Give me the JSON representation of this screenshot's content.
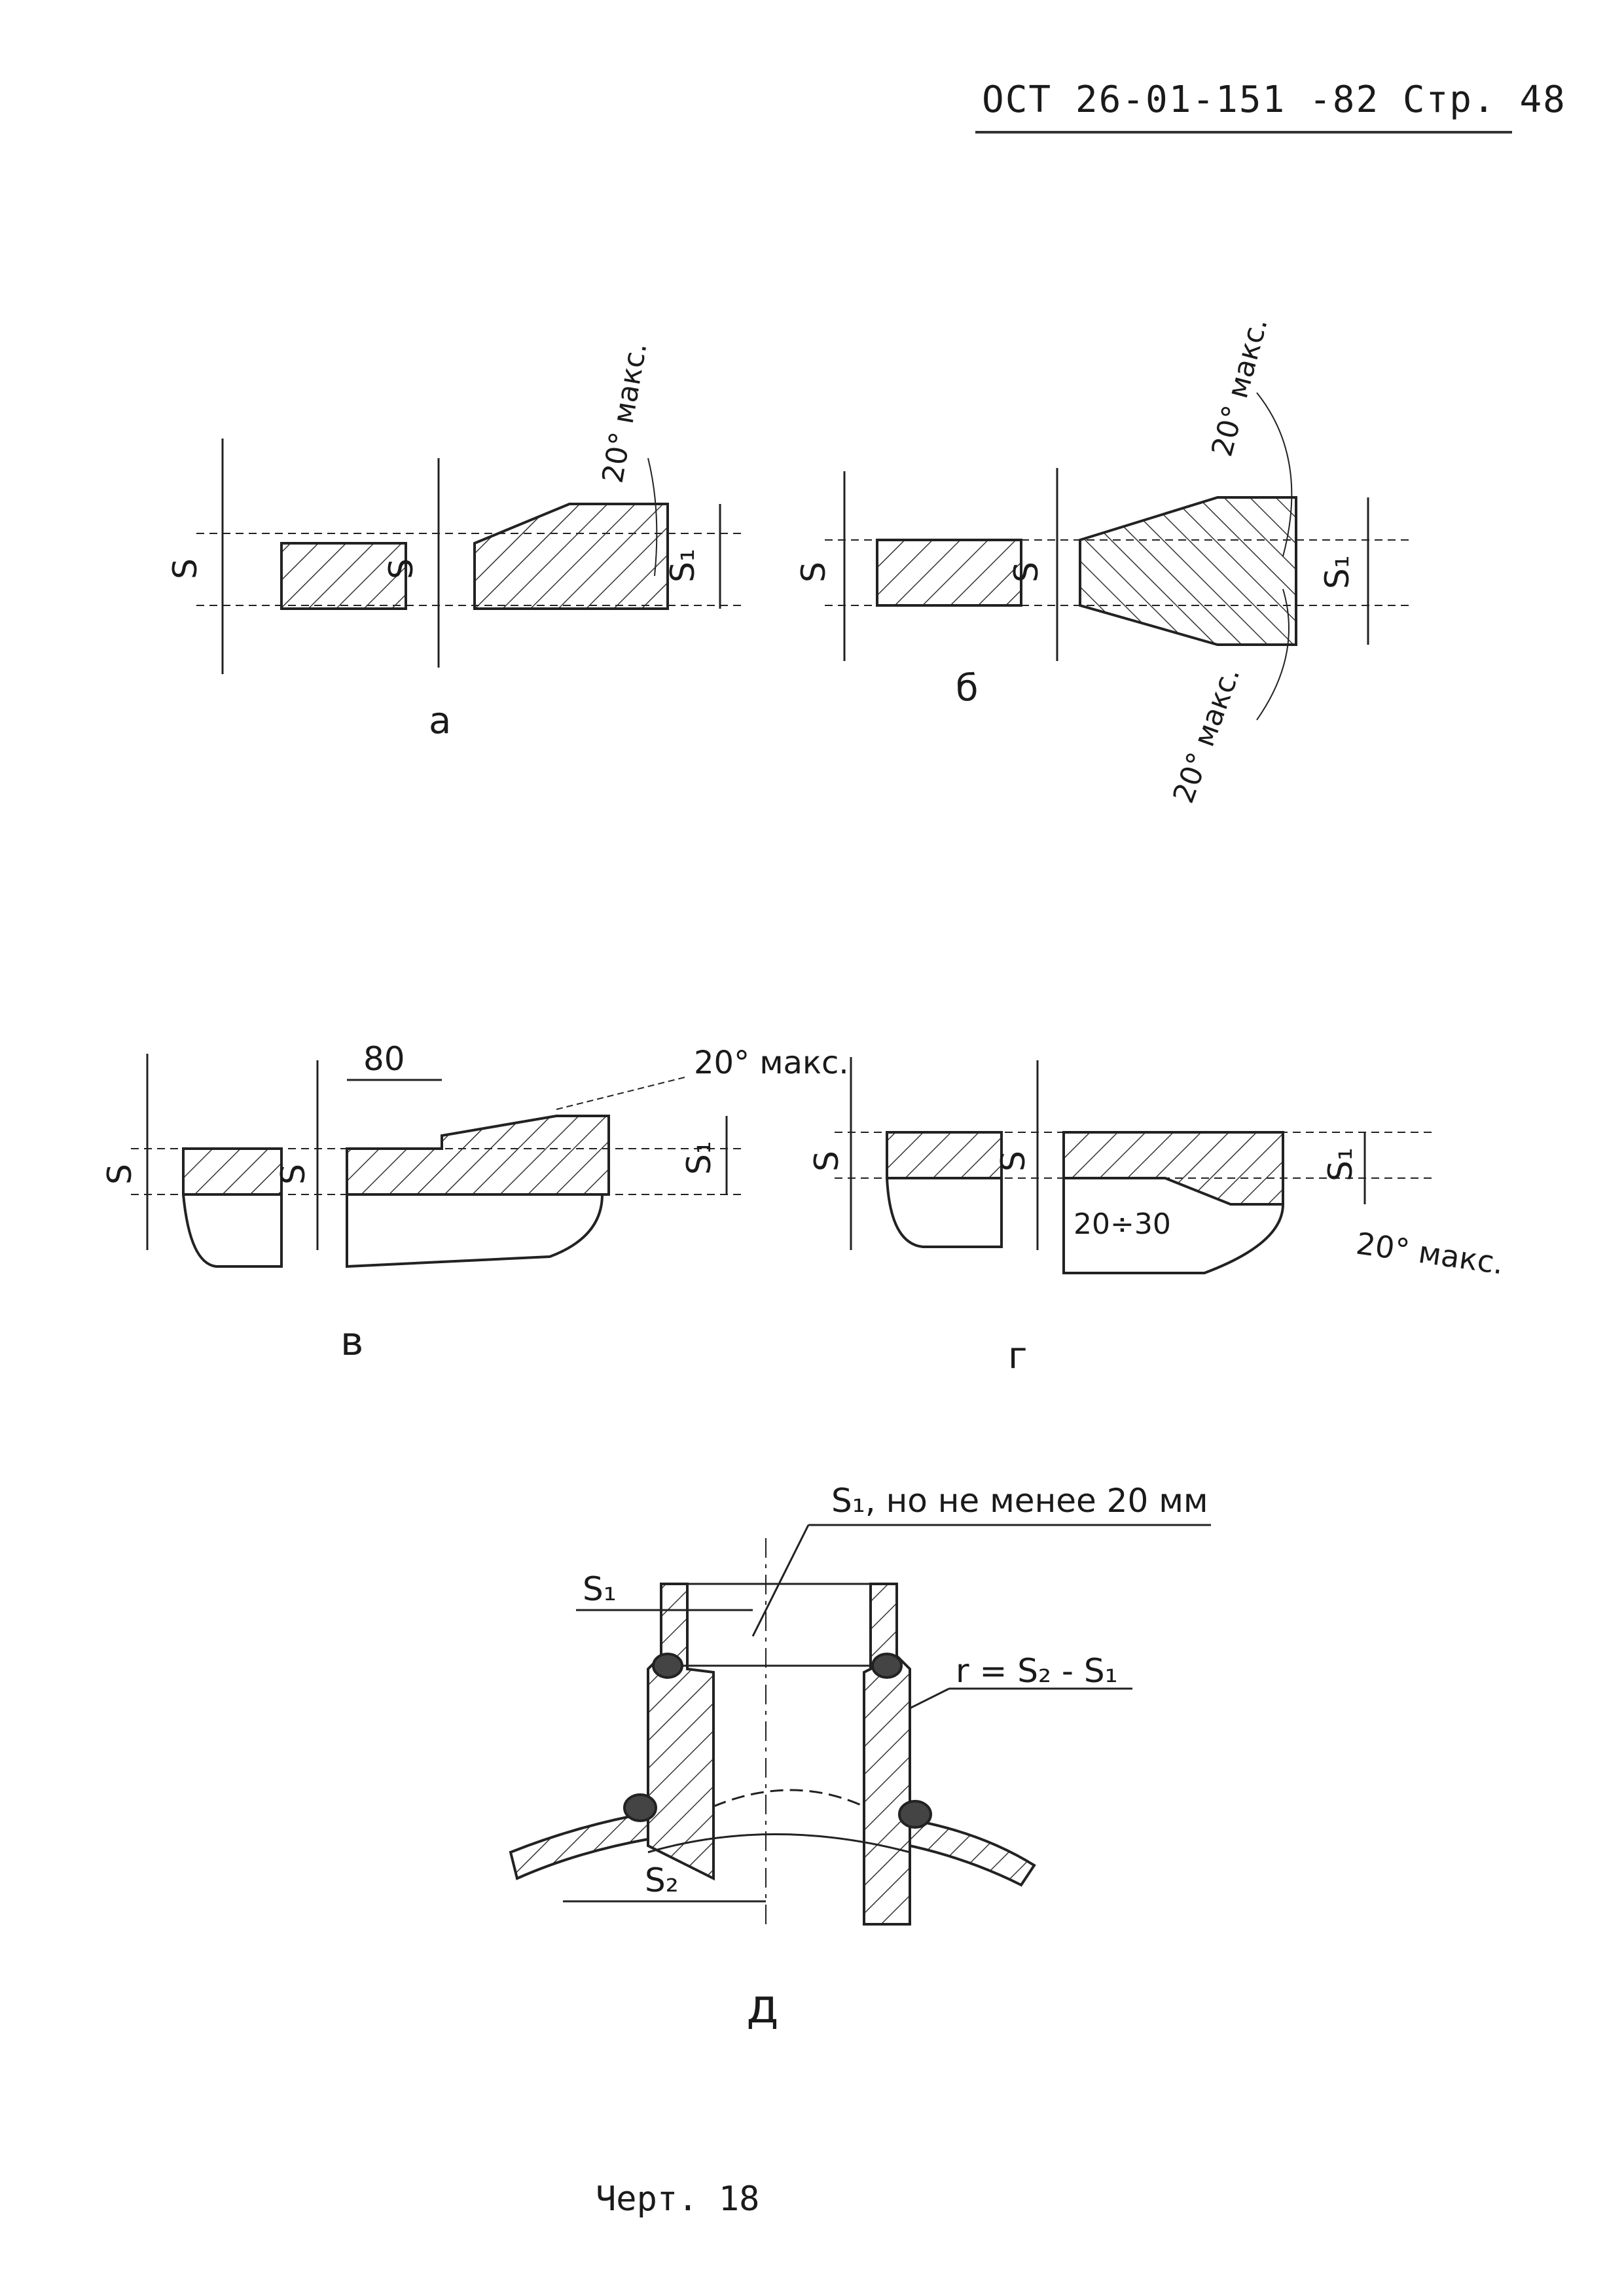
{
  "header": {
    "doc_code": "ОСТ 26-01-151 -82",
    "page_label": "Стр. 48"
  },
  "figures": {
    "a": {
      "label": "а",
      "dim_s_left": "S",
      "dim_s_right": "S",
      "dim_s1": "S₁",
      "angle": "20° макс."
    },
    "b": {
      "label": "б",
      "dim_s_left": "S",
      "dim_s_right": "S",
      "dim_s1": "S₁",
      "angle_top": "20° макс.",
      "angle_bottom": "20° макс."
    },
    "v": {
      "label": "в",
      "dim_s_left": "S",
      "dim_s_right": "S",
      "dim_s1": "S₁",
      "length": "80",
      "angle": "20° макс."
    },
    "g": {
      "label": "г",
      "dim_s_left": "S",
      "dim_s_right": "S",
      "dim_s1": "S₁",
      "length": "20÷30",
      "angle": "20° макс."
    },
    "d": {
      "label": "д",
      "note_s1": "S₁, но не менее 20 мм",
      "dim_s1": "S₁",
      "dim_s2": "S₂",
      "formula": "r = S₂ - S₁"
    }
  },
  "caption": "Черт. 18"
}
